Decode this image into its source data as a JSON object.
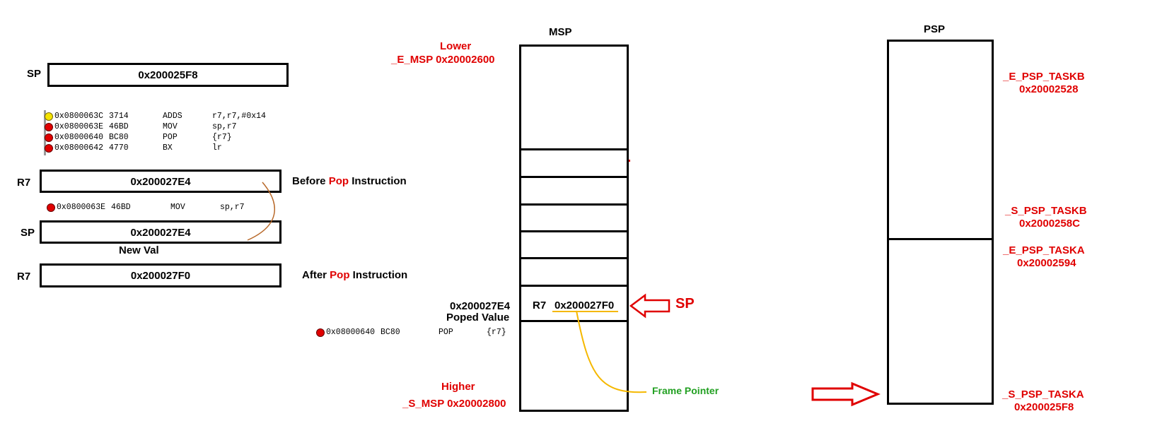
{
  "left_panel": {
    "sp_label": "SP",
    "sp_value": "0x200025F8",
    "asm_listing": [
      {
        "addr": "0x0800063C",
        "code": "3714",
        "op": "ADDS",
        "args": "r7,r7,#0x14",
        "marker": "current-instruction"
      },
      {
        "addr": "0x0800063E",
        "code": "46BD",
        "op": "MOV",
        "args": "sp,r7",
        "marker": "breakpoint"
      },
      {
        "addr": "0x08000640",
        "code": "BC80",
        "op": "POP",
        "args": "{r7}",
        "marker": "breakpoint"
      },
      {
        "addr": "0x08000642",
        "code": "4770",
        "op": "BX",
        "args": "lr",
        "marker": "breakpoint"
      }
    ],
    "r7_before_label": "R7",
    "r7_before_value": "0x200027E4",
    "before_pop_prefix": "Before ",
    "before_pop_word": "Pop",
    "before_pop_suffix": " Instruction",
    "mov_line": {
      "addr": "0x0800063E",
      "code": "46BD",
      "op": "MOV",
      "args": "sp,r7"
    },
    "sp2_label": "SP",
    "sp2_value": "0x200027E4",
    "new_val_label": "New Val",
    "r7_after_label": "R7",
    "r7_after_value": "0x200027F0",
    "after_pop_prefix": "After ",
    "after_pop_word": "Pop",
    "after_pop_suffix": " Instruction"
  },
  "msp": {
    "title": "MSP",
    "lower_label": "Lower",
    "e_msp_label": "_E_MSP 0x20002600",
    "higher_label": "Higher",
    "s_msp_label": "_S_MSP 0x20002800",
    "slot_address": "0x200027E4",
    "poped_value_label": "Poped Value",
    "slot_reg": "R7",
    "slot_value": "0x200027F0",
    "sp_pointer_label": "SP",
    "frame_pointer_label": "Frame Pointer",
    "pop_line": {
      "addr": "0x08000640",
      "code": "BC80",
      "op": "POP",
      "args": "{r7}"
    }
  },
  "psp": {
    "title": "PSP",
    "e_taskb_label": "_E_PSP_TASKB",
    "e_taskb_addr": "0x20002528",
    "s_taskb_label": "_S_PSP_TASKB",
    "s_taskb_addr": "0x2000258C",
    "e_taska_label": "_E_PSP_TASKA",
    "e_taska_addr": "0x20002594",
    "s_taska_label": "_S_PSP_TASKA",
    "s_taska_addr": "0x200025F8"
  },
  "colors": {
    "red": "#e00000",
    "green": "#22a022",
    "orange": "#f5b800",
    "brown": "#b8692a"
  }
}
